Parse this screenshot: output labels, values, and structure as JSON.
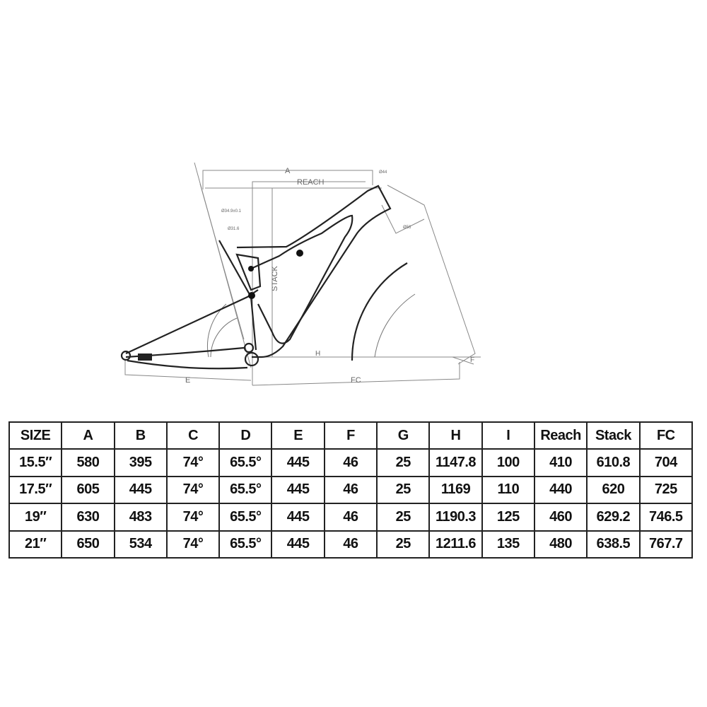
{
  "diagram": {
    "labels": {
      "a": "A",
      "reach": "REACH",
      "stack": "STACK",
      "e": "E",
      "fc": "FC",
      "h": "H",
      "f": "F",
      "seatpost_dia": "Ø34.9±0.1",
      "seatpost_inner": "Ø31.6",
      "headtube_top": "Ø44",
      "headtube_bottom": "Ø56"
    }
  },
  "table": {
    "headers": [
      "SIZE",
      "A",
      "B",
      "C",
      "D",
      "E",
      "F",
      "G",
      "H",
      "I",
      "Reach",
      "Stack",
      "FC"
    ],
    "rows": [
      [
        "15.5″",
        "580",
        "395",
        "74°",
        "65.5°",
        "445",
        "46",
        "25",
        "1147.8",
        "100",
        "410",
        "610.8",
        "704"
      ],
      [
        "17.5″",
        "605",
        "445",
        "74°",
        "65.5°",
        "445",
        "46",
        "25",
        "1169",
        "110",
        "440",
        "620",
        "725"
      ],
      [
        "19″",
        "630",
        "483",
        "74°",
        "65.5°",
        "445",
        "46",
        "25",
        "1190.3",
        "125",
        "460",
        "629.2",
        "746.5"
      ],
      [
        "21″",
        "650",
        "534",
        "74°",
        "65.5°",
        "445",
        "46",
        "25",
        "1211.6",
        "135",
        "480",
        "638.5",
        "767.7"
      ]
    ]
  }
}
